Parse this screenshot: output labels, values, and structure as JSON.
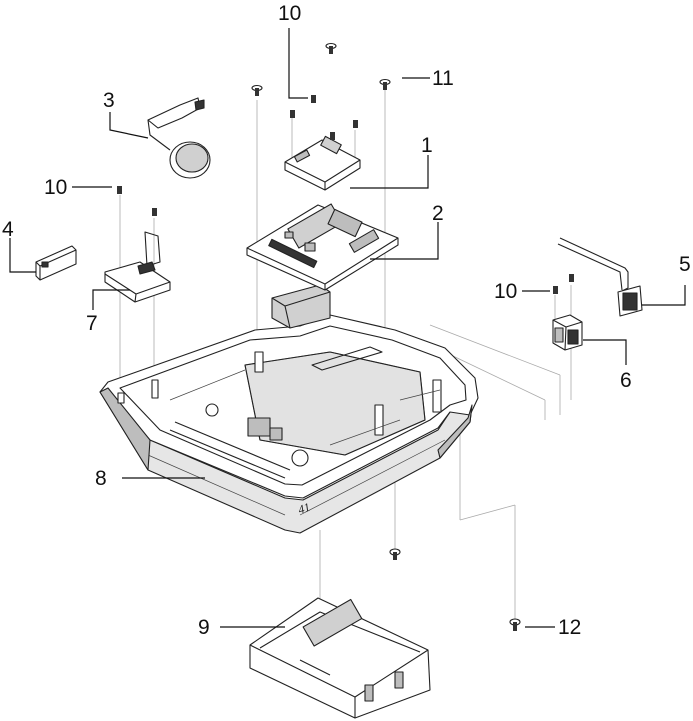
{
  "callouts": [
    {
      "id": "c1",
      "label": "1"
    },
    {
      "id": "c2",
      "label": "2"
    },
    {
      "id": "c3",
      "label": "3"
    },
    {
      "id": "c4",
      "label": "4"
    },
    {
      "id": "c5",
      "label": "5"
    },
    {
      "id": "c6",
      "label": "6"
    },
    {
      "id": "c7",
      "label": "7"
    },
    {
      "id": "c8",
      "label": "8"
    },
    {
      "id": "c9",
      "label": "9"
    },
    {
      "id": "c10a",
      "label": "10"
    },
    {
      "id": "c10b",
      "label": "10"
    },
    {
      "id": "c10c",
      "label": "10"
    },
    {
      "id": "c11",
      "label": "11"
    },
    {
      "id": "c12",
      "label": "12"
    }
  ],
  "housing_mark": "41"
}
